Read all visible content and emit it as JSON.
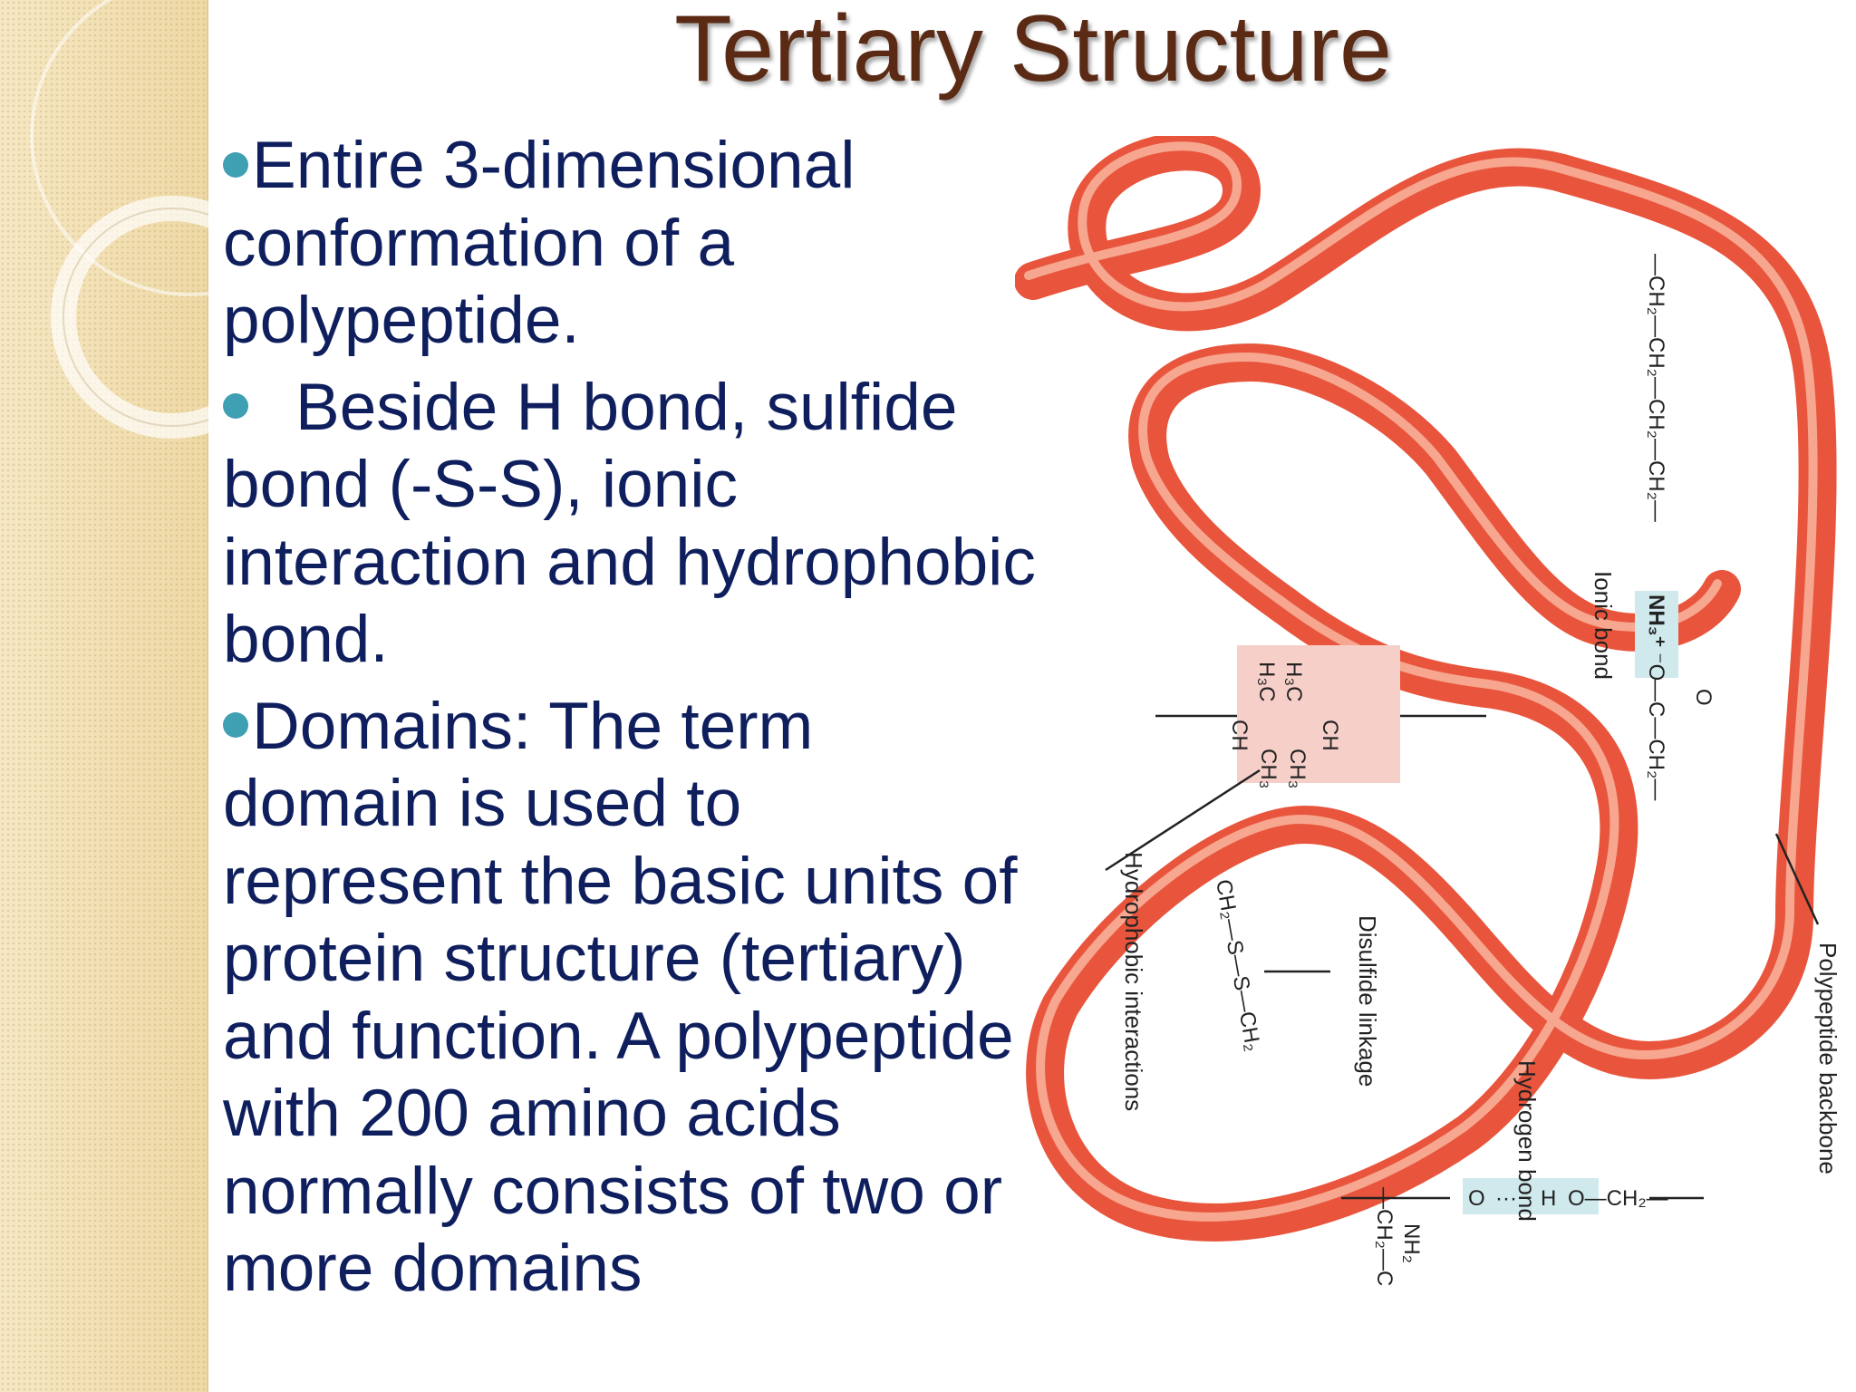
{
  "slide": {
    "title": "Tertiary Structure",
    "bullets": [
      "Entire 3-dimensional conformation of a polypeptide.",
      "Beside H bond, sulfide bond (-S-S), ionic interaction and hydrophobic bond.",
      "Domains: The term domain is used to represent the basic units of protein structure (tertiary) and function. A polypeptide with 200 amino acids normally consists of two or more domains"
    ]
  },
  "figure": {
    "labels": {
      "ionic_bond": "Ionic bond",
      "hydrophobic": "Hydrophobic interactions",
      "disulfide": "Disulfide linkage",
      "hydrogen": "Hydrogen bond",
      "backbone": "Polypeptide backbone"
    },
    "chem": {
      "ionic_chain": "—CH₂—CH₂—CH₂—CH₂—",
      "nh3": "NH₃⁺",
      "o_minus": "⁻O",
      "carboxyl_tail": "—C—CH₂—",
      "carbonyl_o": "O",
      "h3c": "H₃C",
      "ch": "CH",
      "ch3": "CH₃",
      "disulfide_chain": "CH₂—S—S—CH₂",
      "hb_left": "—CH₂—C",
      "hb_o": "O",
      "hb_dots": "···",
      "hb_h": "H",
      "hb_right": "O—CH₂—",
      "nh2": "NH₂"
    },
    "colors": {
      "strand": "#e8553c",
      "strand_highlight": "#f7a690",
      "ionic_box": "#cfe9ec",
      "hydrophobic_box": "#f6cfc9"
    }
  }
}
